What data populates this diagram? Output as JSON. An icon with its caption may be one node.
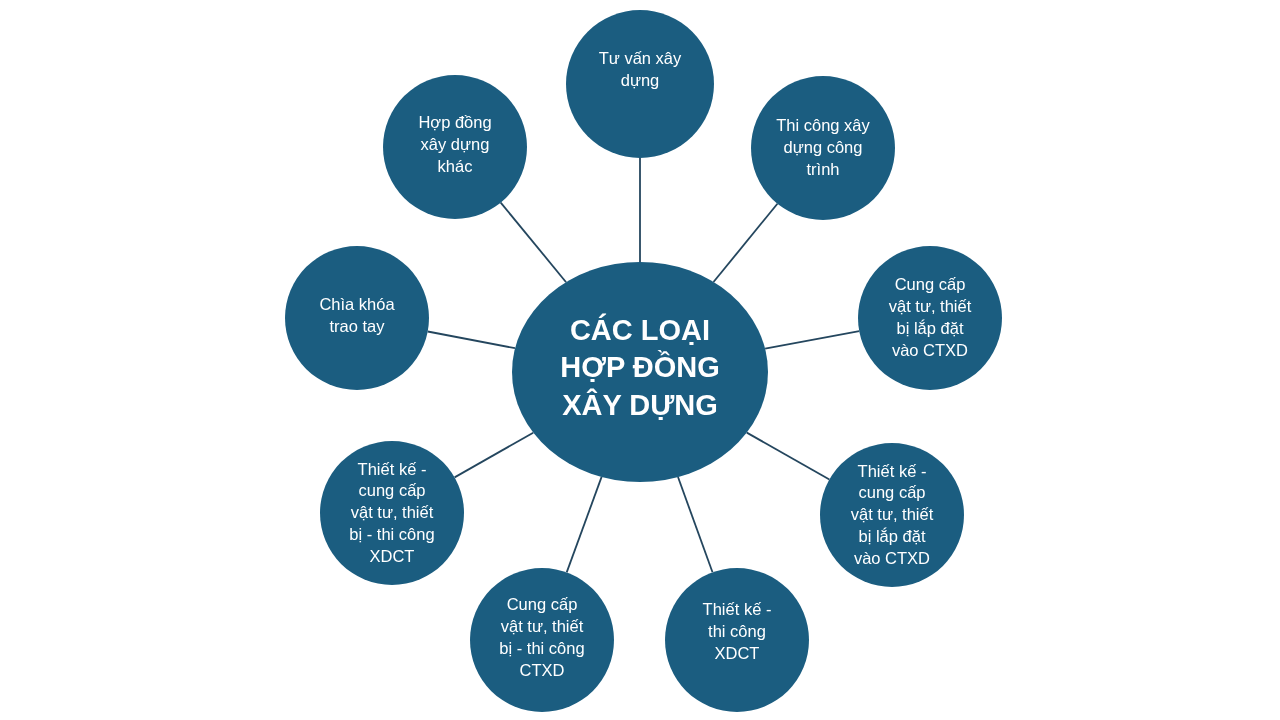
{
  "diagram": {
    "nodes": [
      {
        "text": [
          "CÁC LOẠI HỢP ĐỒNG XÂY DỰNG"
        ]
      },
      {
        "text": [
          "Tư vấn xây dựng"
        ]
      },
      {
        "text": [
          "Thi công xây dựng công trình"
        ]
      },
      {
        "text": [
          "Cung cấp vật tư, thiết bị lắp đặt vào CTXD"
        ]
      },
      {
        "text": [
          "Thiết kế - cung cấp vật tư, thiết bị lắp đặt vào CTXD"
        ]
      },
      {
        "text": [
          "Thiết kế - thi công XDCT"
        ]
      },
      {
        "text": [
          "Cung cấp vật tư, thiết bị - thi công CTXD"
        ]
      },
      {
        "text": [
          "Thiết kế - cung cấp vật tư, thiết bị - thi công XDCT"
        ]
      },
      {
        "text": [
          "Chìa khóa trao tay"
        ]
      },
      {
        "text": [
          "Hợp đồng xây dựng khác"
        ]
      }
    ],
    "edges": [
      {
        "from": 0,
        "to": 1,
        "arrow": "none"
      },
      {
        "from": 0,
        "to": 2,
        "arrow": "none"
      },
      {
        "from": 0,
        "to": 3,
        "arrow": "none"
      },
      {
        "from": 0,
        "to": 4,
        "arrow": "none"
      },
      {
        "from": 0,
        "to": 5,
        "arrow": "none"
      },
      {
        "from": 0,
        "to": 6,
        "arrow": "none"
      },
      {
        "from": 0,
        "to": 7,
        "arrow": "none"
      },
      {
        "from": 0,
        "to": 8,
        "arrow": "none"
      },
      {
        "from": 0,
        "to": 9,
        "arrow": "none"
      }
    ]
  }
}
